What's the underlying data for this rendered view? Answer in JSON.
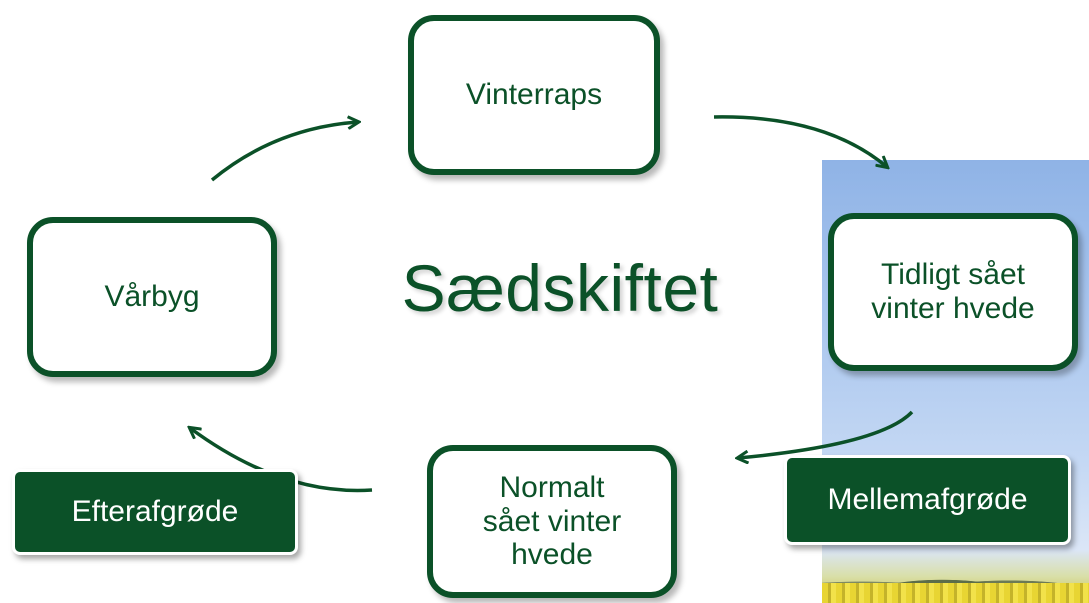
{
  "title": "Sædskiftet",
  "crops": {
    "vinterraps": "Vinterraps",
    "tidligt": [
      "Tidligt sået",
      "vinter hvede"
    ],
    "normalt": [
      "Normalt",
      "sået vinter",
      "hvede"
    ],
    "vaarbyg": "Vårbyg"
  },
  "catch_crops": {
    "efterafgroede": "Efterafgrøde",
    "mellemafgroede": "Mellemafgrøde"
  },
  "colors": {
    "primary_green": "#0b5128",
    "box_fill": "#ffffff"
  }
}
